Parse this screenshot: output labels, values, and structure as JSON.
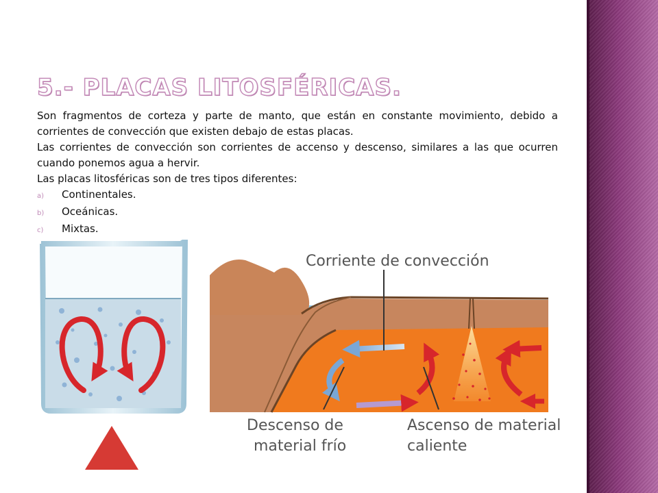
{
  "slide": {
    "title": "5.- PLACAS LITOSFÉRICAS.",
    "paragraphs": [
      "Son fragmentos de corteza y parte de manto, que están en constante movimiento, debido a corrientes de convección que existen debajo de estas placas.",
      "Las corrientes de convección son corrientes de accenso y descenso, similares a las que ocurren cuando ponemos agua a hervir.",
      "Las placas litosféricas son de tres tipos diferentes:"
    ],
    "list": [
      {
        "marker": "a)",
        "text": "Continentales."
      },
      {
        "marker": "b)",
        "text": "Oceánicas."
      },
      {
        "marker": "c)",
        "text": "Mixtas."
      }
    ]
  },
  "diagram": {
    "label_convection": "Corriente de convección",
    "label_descent_1": "Descenso de",
    "label_descent_2": "material frío",
    "label_ascent_1": "Ascenso de material",
    "label_ascent_2": "caliente"
  },
  "colors": {
    "accent": "#c48bb8",
    "band": "#8c3a7c",
    "mantle": "#f07a1e",
    "hot_arrow": "#d7262b",
    "cold_arrow": "#7aa7d6",
    "water": "#c9dce8",
    "flame": "#d63a34"
  }
}
